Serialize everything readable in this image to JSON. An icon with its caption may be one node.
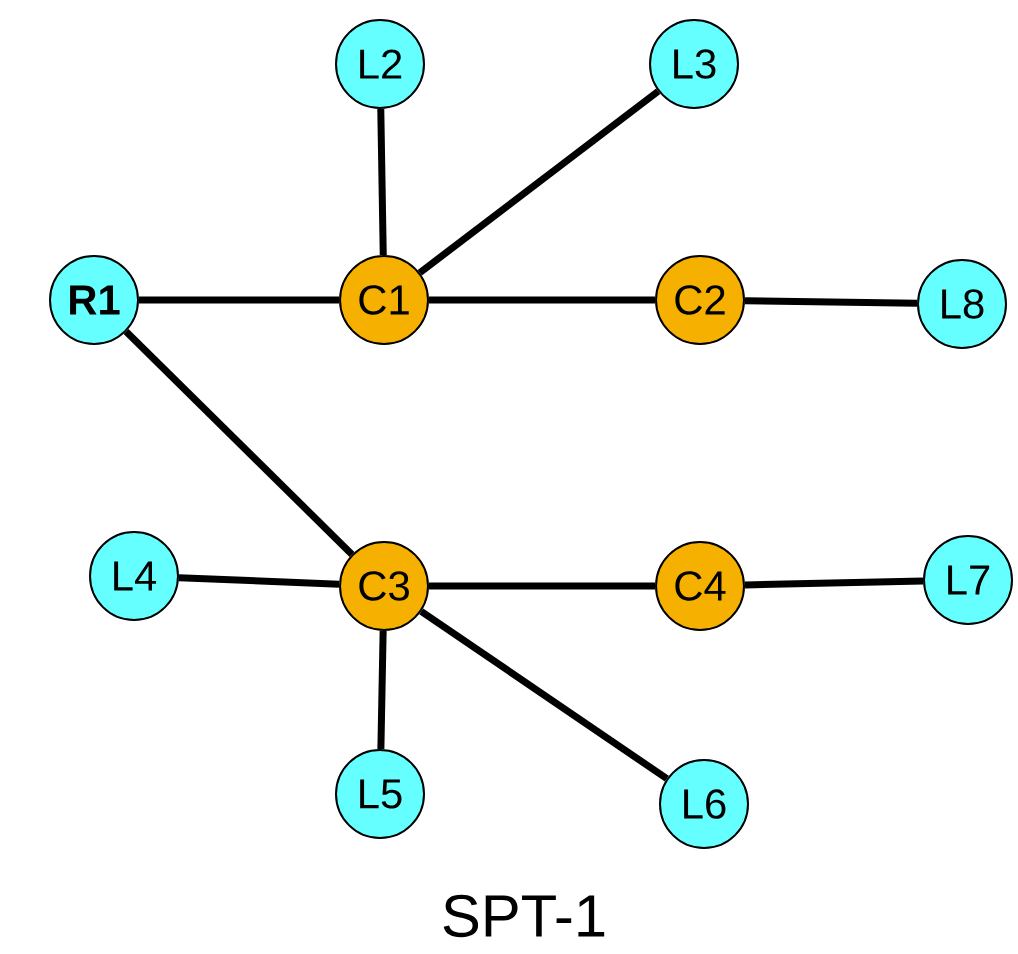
{
  "diagram": {
    "caption": "SPT-1",
    "nodes": [
      {
        "text": [
          "L2"
        ]
      },
      {
        "text": [
          "L3"
        ]
      },
      {
        "text": [
          "R1"
        ]
      },
      {
        "text": [
          "C1"
        ]
      },
      {
        "text": [
          "C2"
        ]
      },
      {
        "text": [
          "L8"
        ]
      },
      {
        "text": [
          "L4"
        ]
      },
      {
        "text": [
          "C3"
        ]
      },
      {
        "text": [
          "C4"
        ]
      },
      {
        "text": [
          "L7"
        ]
      },
      {
        "text": [
          "L5"
        ]
      },
      {
        "text": [
          "L6"
        ]
      }
    ],
    "edges": [
      {
        "from": 2,
        "to": 3,
        "arrow": "none"
      },
      {
        "from": 3,
        "to": 0,
        "arrow": "none"
      },
      {
        "from": 3,
        "to": 1,
        "arrow": "none"
      },
      {
        "from": 3,
        "to": 4,
        "arrow": "none"
      },
      {
        "from": 4,
        "to": 5,
        "arrow": "none"
      },
      {
        "from": 2,
        "to": 7,
        "arrow": "none"
      },
      {
        "from": 6,
        "to": 7,
        "arrow": "none"
      },
      {
        "from": 7,
        "to": 8,
        "arrow": "none"
      },
      {
        "from": 8,
        "to": 9,
        "arrow": "none"
      },
      {
        "from": 7,
        "to": 10,
        "arrow": "none"
      },
      {
        "from": 7,
        "to": 11,
        "arrow": "none"
      }
    ]
  }
}
